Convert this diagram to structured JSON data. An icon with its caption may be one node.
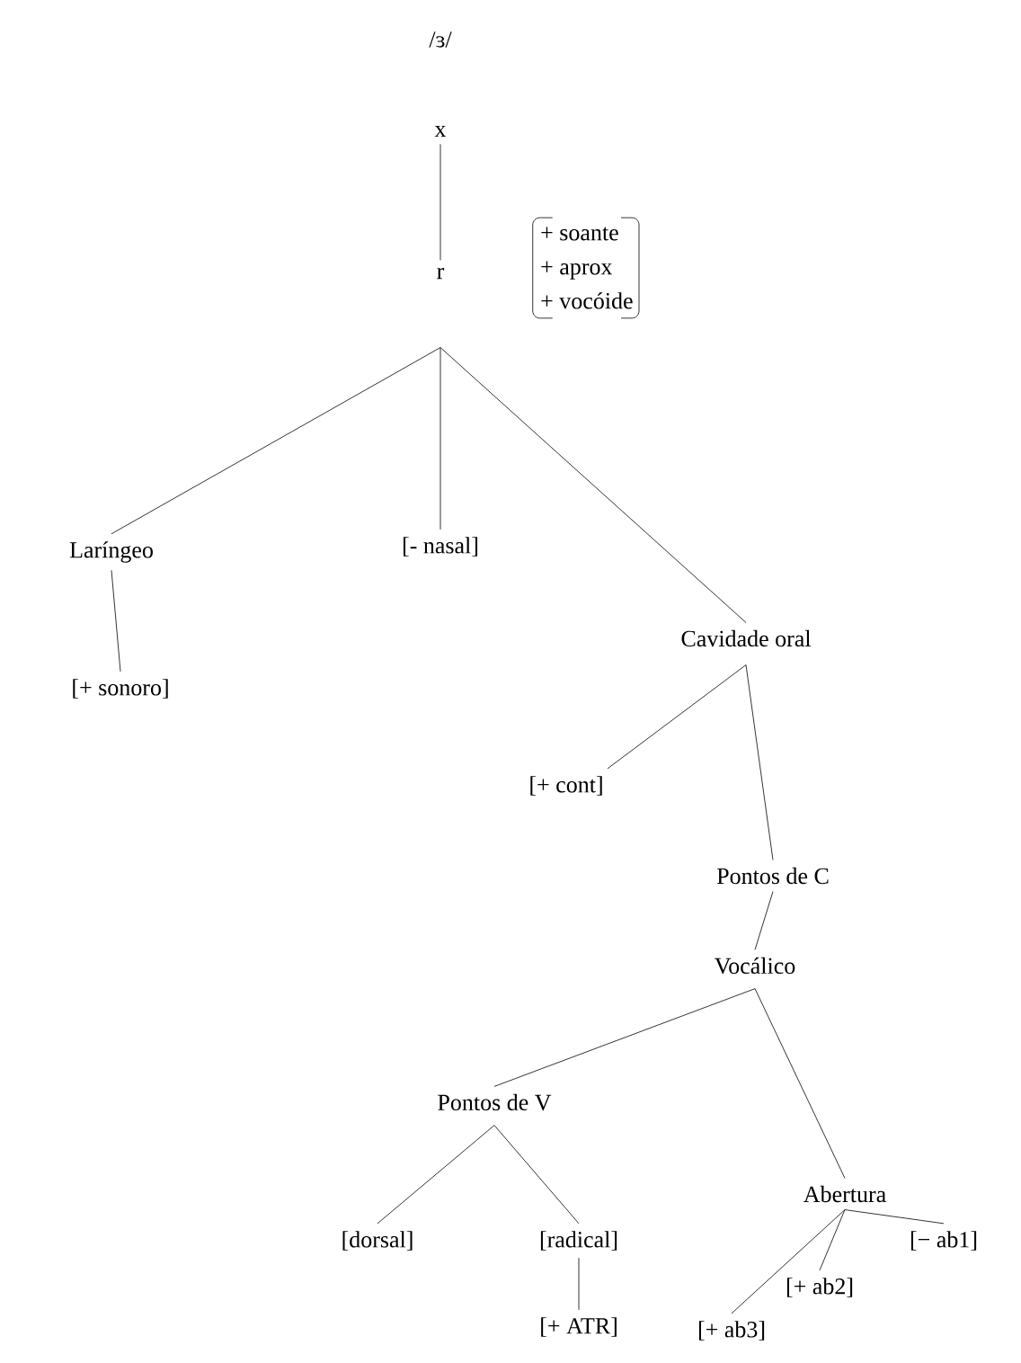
{
  "diagram": {
    "nodes": [
      {
        "text": [
          "x"
        ]
      },
      {
        "text": [
          "r"
        ],
        "beside": [
          "+ soante",
          "+ aprox",
          "+ vocóide"
        ]
      },
      {
        "text": [
          "Laríngeo"
        ]
      },
      {
        "text": [
          "[- nasal]"
        ]
      },
      {
        "text": [
          "[+ sonoro]"
        ]
      },
      {
        "text": [
          "Cavidade oral"
        ]
      },
      {
        "text": [
          "[+ cont]"
        ]
      },
      {
        "text": [
          "Pontos de C"
        ]
      },
      {
        "text": [
          "Vocálico"
        ]
      },
      {
        "text": [
          "Pontos de V"
        ]
      },
      {
        "text": [
          "Abertura"
        ]
      },
      {
        "text": [
          "[dorsal]"
        ]
      },
      {
        "text": [
          "[radical]"
        ]
      },
      {
        "text": [
          "[+ ATR]"
        ]
      },
      {
        "text": [
          "[+ ab3]"
        ]
      },
      {
        "text": [
          "[+ ab2]"
        ]
      },
      {
        "text": [
          "[− ab1]"
        ]
      }
    ],
    "edges": [
      {
        "from": 0,
        "to": 1,
        "arrow": "none"
      },
      {
        "from": 1,
        "to": 2,
        "arrow": "none"
      },
      {
        "from": 1,
        "to": 3,
        "arrow": "none"
      },
      {
        "from": 1,
        "to": 5,
        "arrow": "none"
      },
      {
        "from": 2,
        "to": 4,
        "arrow": "none"
      },
      {
        "from": 5,
        "to": 6,
        "arrow": "none"
      },
      {
        "from": 5,
        "to": 7,
        "arrow": "none"
      },
      {
        "from": 7,
        "to": 8,
        "arrow": "none"
      },
      {
        "from": 8,
        "to": 9,
        "arrow": "none"
      },
      {
        "from": 8,
        "to": 10,
        "arrow": "none"
      },
      {
        "from": 9,
        "to": 11,
        "arrow": "none"
      },
      {
        "from": 9,
        "to": 12,
        "arrow": "none"
      },
      {
        "from": 12,
        "to": 13,
        "arrow": "none"
      },
      {
        "from": 10,
        "to": 14,
        "arrow": "none"
      },
      {
        "from": 10,
        "to": 15,
        "arrow": "none"
      },
      {
        "from": 10,
        "to": 16,
        "arrow": "none"
      }
    ],
    "labels": [
      "/ɜ/"
    ]
  }
}
